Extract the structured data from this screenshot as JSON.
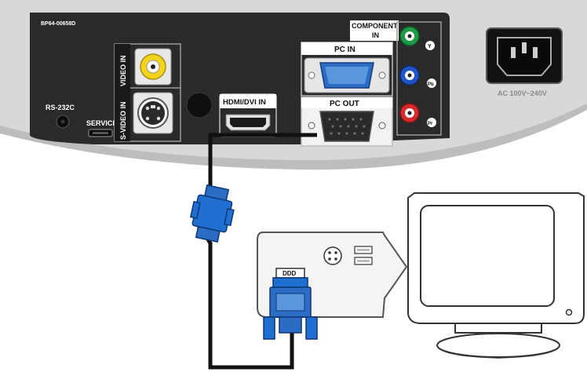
{
  "panel": {
    "model_code": "BP64-00658D",
    "video_in": "VIDEO IN",
    "s_video_in": "S-VIDEO IN",
    "rs232c": "RS-232C",
    "service": "SERVICE",
    "hdmi_dvi_in": "HDMI/DVI IN",
    "pc_in": "PC IN",
    "pc_out": "PC OUT",
    "component_in_line1": "COMPONENT",
    "component_in_line2": "IN",
    "component_y": "Y",
    "component_pb": "Pb",
    "component_pr": "Pr",
    "ac_label": "AC 100V~240V"
  },
  "connector_plug_label": "DDD",
  "colors": {
    "panel_body": "#2a2a2a",
    "housing": "#d6d6d6",
    "cable": "#111111",
    "plug_blue": "#1f6fd0",
    "port_blue": "#2b6cc4",
    "jack_green": "#1c9a46",
    "jack_blue": "#1f55c8",
    "jack_red": "#d42a2a",
    "jack_yellow": "#f2d21a"
  },
  "icons": [
    "vga-port-icon",
    "hdmi-port-icon",
    "rca-jack-icon",
    "s-video-port-icon",
    "power-socket-icon",
    "monitor-icon",
    "cable-icon"
  ]
}
